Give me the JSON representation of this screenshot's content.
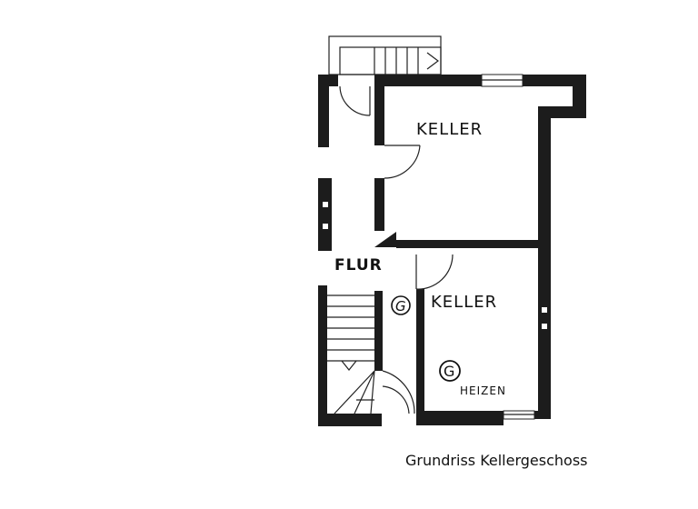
{
  "plan": {
    "title": "Grundriss Kellergeschoss",
    "rooms": [
      {
        "id": "keller-top",
        "label": "KELLER"
      },
      {
        "id": "flur",
        "label": "FLUR"
      },
      {
        "id": "keller-bottom",
        "label": "KELLER"
      },
      {
        "id": "heizen",
        "label": "HEIZEN"
      }
    ],
    "symbols": [
      {
        "id": "gas-meter-flur",
        "glyph": "G"
      },
      {
        "id": "gas-heizen",
        "glyph": "G"
      }
    ],
    "colors": {
      "wall": "#1c1c1c",
      "background": "#ffffff",
      "text": "#111111"
    }
  }
}
